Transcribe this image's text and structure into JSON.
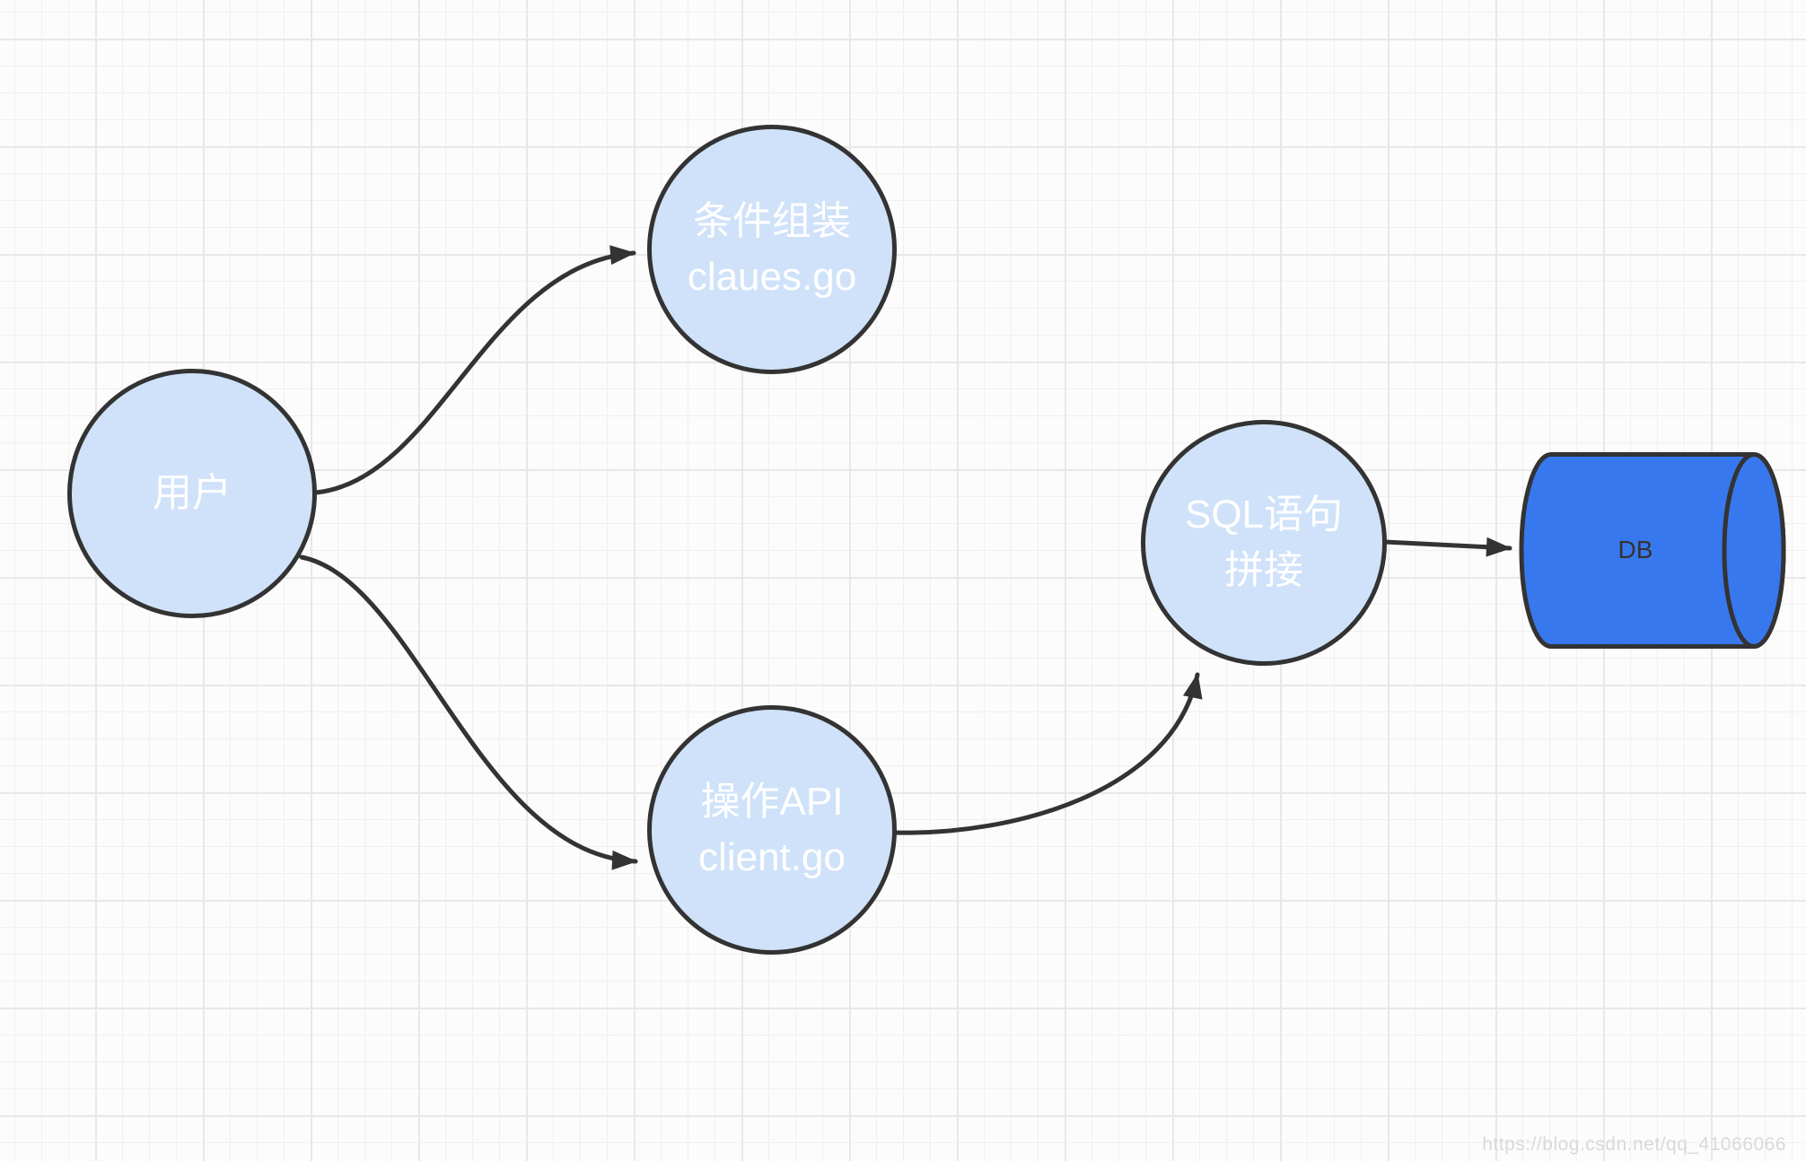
{
  "diagram": {
    "nodes": {
      "user": {
        "label": "用户"
      },
      "clause_assembly": {
        "line1": "条件组装",
        "line2": "claues.go"
      },
      "api_client": {
        "line1": "操作API",
        "line2": "client.go"
      },
      "sql_concat": {
        "line1": "SQL语句",
        "line2": "拼接"
      },
      "db": {
        "label": "DB"
      }
    },
    "edges": [
      {
        "from": "user",
        "to": "clause_assembly"
      },
      {
        "from": "user",
        "to": "api_client"
      },
      {
        "from": "api_client",
        "to": "sql_concat"
      },
      {
        "from": "sql_concat",
        "to": "db"
      }
    ],
    "watermark": "https://blog.csdn.net/qq_41066066"
  },
  "colors": {
    "canvas-bg": "#fcfcfc",
    "grid-minor": "#f0f0f0",
    "grid-major": "#e8e8ea",
    "node-fill": "#cfe2f9",
    "node-stroke": "#333333",
    "node-text": "#ffffff",
    "edge-stroke": "#333333",
    "db-fill": "#3778ee",
    "db-text": "#333333",
    "watermark": "#d9d9d9"
  }
}
